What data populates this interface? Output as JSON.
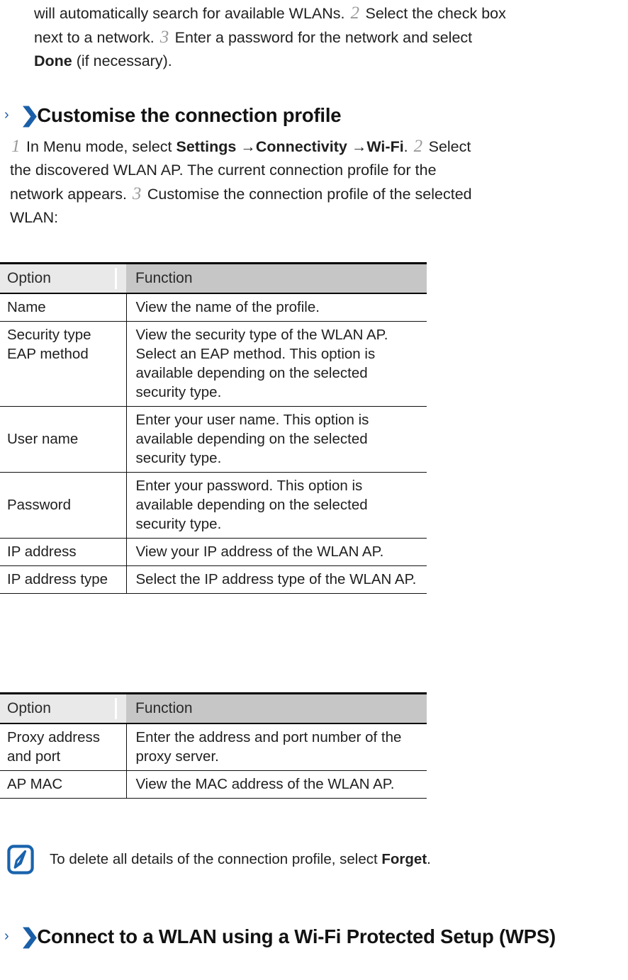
{
  "intro_paragraph": {
    "lines": [
      [
        {
          "t": "will automatically search for available WLANs. ",
          "s": "normal"
        },
        {
          "t": "2",
          "s": "step"
        },
        {
          "t": " Select the check box",
          "s": "normal"
        }
      ],
      [
        {
          "t": "next to a network. ",
          "s": "normal"
        },
        {
          "t": "3",
          "s": "step"
        },
        {
          "t": " Enter a password for the network and select",
          "s": "normal"
        }
      ],
      [
        {
          "t": "Done",
          "s": "bold"
        },
        {
          "t": " (if necessary).",
          "s": "normal"
        }
      ]
    ]
  },
  "heading_customise": {
    "chevron_small": "›",
    "chevron_big": "❯",
    "text": "Customise the connection profile"
  },
  "customise_body": {
    "lines": [
      [
        {
          "t": "1",
          "s": "step"
        },
        {
          "t": " In Menu mode, select ",
          "s": "normal"
        },
        {
          "t": "Settings",
          "s": "bold"
        },
        {
          "t": " →",
          "s": "arrow"
        },
        {
          "t": "Connectivity",
          "s": "bold"
        },
        {
          "t": " →",
          "s": "arrow"
        },
        {
          "t": "Wi-Fi",
          "s": "bold"
        },
        {
          "t": ". ",
          "s": "normal"
        },
        {
          "t": "2",
          "s": "step"
        },
        {
          "t": " Select",
          "s": "normal"
        }
      ],
      [
        {
          "t": "the discovered WLAN AP. The current connection profile for the",
          "s": "normal"
        }
      ],
      [
        {
          "t": "network appears. ",
          "s": "normal"
        },
        {
          "t": "3",
          "s": "step"
        },
        {
          "t": " Customise the connection profile of the selected",
          "s": "normal"
        }
      ],
      [
        {
          "t": "WLAN:",
          "s": "normal"
        }
      ]
    ]
  },
  "table_profile": {
    "headers": [
      "Option",
      "Function"
    ],
    "rows": [
      {
        "option": "Name",
        "function": "View the name of the profile.",
        "align": "middle"
      },
      {
        "option": "Security type EAP method",
        "function": "View the security type of the WLAN AP. Select an EAP method. This option is available depending on the selected security type.",
        "align": "top"
      },
      {
        "option": "User name",
        "function": "Enter your user name. This option is available depending on the selected security type.",
        "align": "middle"
      },
      {
        "option": "Password",
        "function": "Enter your password. This option is available depending on the selected security type.",
        "align": "middle"
      },
      {
        "option": "IP address",
        "function": "View your IP address of the WLAN AP.",
        "align": "middle"
      },
      {
        "option": "IP address type",
        "function": "Select the IP address type of the WLAN AP.",
        "align": "middle"
      }
    ]
  },
  "table_proxy": {
    "headers": [
      "Option",
      "Function"
    ],
    "rows": [
      {
        "option": "Proxy address and port",
        "function": "Enter the address and port number of the proxy server.",
        "align": "middle"
      },
      {
        "option": "AP MAC",
        "function": "View the MAC address of the WLAN AP.",
        "align": "middle"
      }
    ]
  },
  "note": {
    "icon": "note-pen-icon",
    "icon_color": "#1a63ad",
    "text_parts": [
      {
        "t": "To delete all details of the connection profile, select ",
        "s": "normal"
      },
      {
        "t": "Forget",
        "s": "bold"
      },
      {
        "t": ".",
        "s": "normal"
      }
    ]
  },
  "heading_wps": {
    "chevron_small": "›",
    "chevron_big": "❯",
    "text": "Connect to a WLAN using a Wi-Fi Protected Setup (WPS)"
  },
  "colors": {
    "accent_blue": "#1a5fa8",
    "header_option_bg": "#e9e9e9",
    "header_function_bg": "#c6c6c6",
    "text": "#1f1f1f",
    "step_number": "#9a9a9a"
  }
}
